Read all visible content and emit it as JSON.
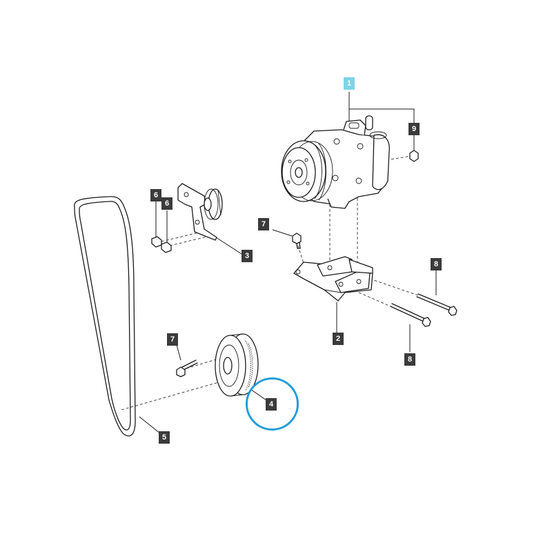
{
  "colors": {
    "callout_bg": "#3b3b3b",
    "callout_highlight_bg": "#7fd3e6",
    "highlight_ring": "#1f9cd8"
  },
  "callouts": {
    "c1": "1",
    "c9": "9",
    "c6a": "6",
    "c6b": "6",
    "c3": "3",
    "c7a": "7",
    "c8a": "8",
    "c2": "2",
    "c8b": "8",
    "c7b": "7",
    "c4": "4",
    "c5": "5"
  },
  "highlighted_callout": "4"
}
